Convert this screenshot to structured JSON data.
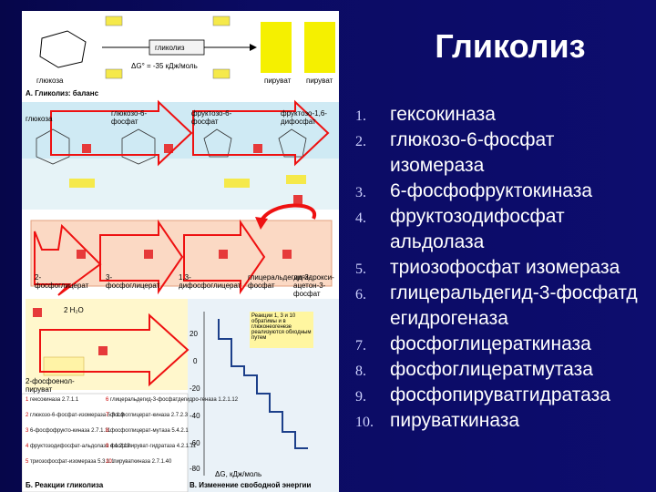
{
  "slide": {
    "title": "Гликолиз",
    "accent_color": "#0b0b63",
    "enzymes": [
      {
        "num": "1.",
        "text": "гексокиназа"
      },
      {
        "num": "2.",
        "text": "глюкозо-6-фосфат изомераза"
      },
      {
        "num": "3.",
        "text": "6-фосфофруктокиназа"
      },
      {
        "num": "4.",
        "text": "фруктозодифосфат альдолаза"
      },
      {
        "num": "5.",
        "text": "триозофосфат изомераза"
      },
      {
        "num": "6.",
        "text": "глицеральдегид-3-фосфатдегидрогеназа"
      },
      {
        "num": "7.",
        "text": "фосфоглицераткиназа"
      },
      {
        "num": "8.",
        "text": "фосфоглицератмутаза"
      },
      {
        "num": "9.",
        "text": "фосфопируватгидратаза"
      },
      {
        "num": "10.",
        "text": "пируваткиназа"
      }
    ]
  },
  "diagram": {
    "balance_label": "А. Гликолиз: баланс",
    "glucose_label": "глюкоза",
    "pyruvate_label_1": "пируват",
    "pyruvate_label_2": "пируват",
    "glycolysis_box": "гликолиз",
    "energy_text": "ΔG° = -35 кДж/моль",
    "glucose_6p": "глюкозо-6-фосфат",
    "fructose_6p": "фруктозо-6-фосфат",
    "fructose_bp": "фруктозо-1,6-дифосфат",
    "glucose_top": "глюкоза",
    "reactions_label": "Б. Реакции гликолиза",
    "free_energy_label": "В. Изменение свободной энергии",
    "axis_label": "ΔG, кДж/моль",
    "note": "Реакции 1, 3 и 10 обратимы и в глюконеогенезе реализуются обходным путем",
    "y_ticks": [
      "20",
      "0",
      "-20",
      "-40",
      "-60",
      "-80"
    ],
    "phosphoglycerate_3": "3-фосфоглицерат",
    "phosphoglycerate_2": "2-фосфоглицерат",
    "phosphoenolpyruvate": "2-фосфоенол-пируват",
    "glyceraldehyde_3p": "глицеральдегид-3-фосфат",
    "dihydroxyacetone": "дигидрокси-ацетон-3-фосфат",
    "bisphosphoglycerate": "1,3-дифосфоглицерат",
    "water": "2 H₂O",
    "legend": [
      {
        "n": "1",
        "text": "гексокиназа 2.7.1.1"
      },
      {
        "n": "2",
        "text": "глюкозо-6-фосфат-изомераза 5.3.1.9"
      },
      {
        "n": "3",
        "text": "6-фосфофрукто-киназа 2.7.1.11"
      },
      {
        "n": "4",
        "text": "фруктозодифосфат-альдолаза 4.1.2.13"
      },
      {
        "n": "5",
        "text": "триозофосфат-изомераза 5.3.1.1"
      },
      {
        "n": "6",
        "text": "глицеральдегид-3-фосфатдегидро-геназа 1.2.1.12"
      },
      {
        "n": "7",
        "text": "фосфоглицерат-киназа 2.7.2.3"
      },
      {
        "n": "8",
        "text": "фосфоглицерат-мутаза 5.4.2.1"
      },
      {
        "n": "9",
        "text": "фосфопируват-гидратаза 4.2.1.11"
      },
      {
        "n": "10",
        "text": "пируваткиназа 2.7.1.40"
      }
    ]
  }
}
